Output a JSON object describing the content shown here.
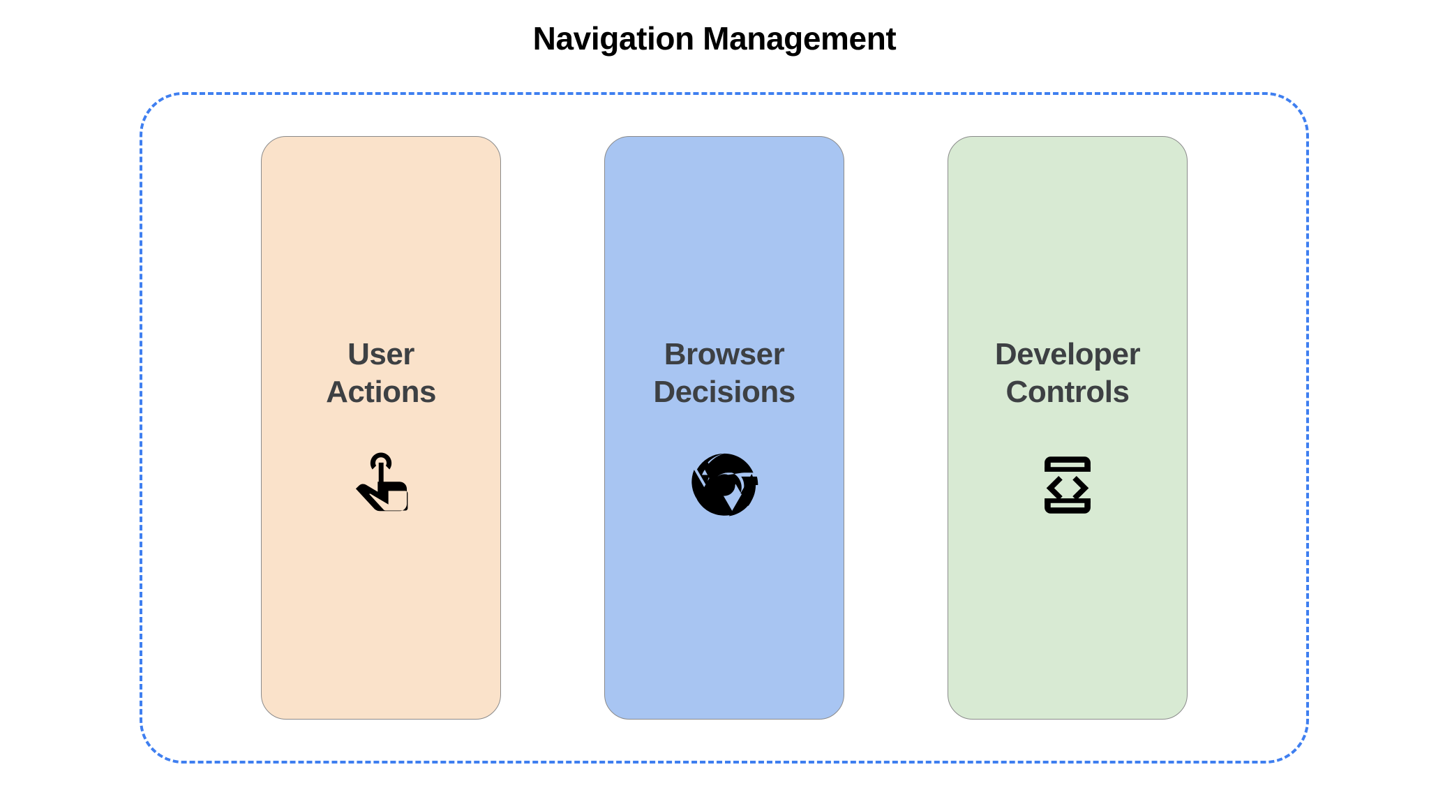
{
  "diagram": {
    "title": "Navigation Management",
    "title_color": "#000000",
    "container": {
      "name": "navigation-management-group",
      "border_style": "dashed",
      "border_color": "#3f7ff0"
    },
    "cards": [
      {
        "id": "user-actions",
        "label_line1": "User",
        "label_line2": "Actions",
        "bg_color": "#FAE2CA",
        "border_color": "#8a8a8a",
        "text_color": "#3d4043",
        "icon": "touch-app-icon",
        "icon_color": "#000000"
      },
      {
        "id": "browser-decisions",
        "label_line1": "Browser",
        "label_line2": "Decisions",
        "bg_color": "#A8C5F2",
        "border_color": "#8a8a8a",
        "text_color": "#3d4043",
        "icon": "chrome-logo-icon",
        "icon_color": "#000000"
      },
      {
        "id": "developer-controls",
        "label_line1": "Developer",
        "label_line2": "Controls",
        "bg_color": "#D8EAD3",
        "border_color": "#8a8a8a",
        "text_color": "#3d4043",
        "icon": "developer-mode-device-icon",
        "icon_color": "#000000"
      }
    ]
  }
}
